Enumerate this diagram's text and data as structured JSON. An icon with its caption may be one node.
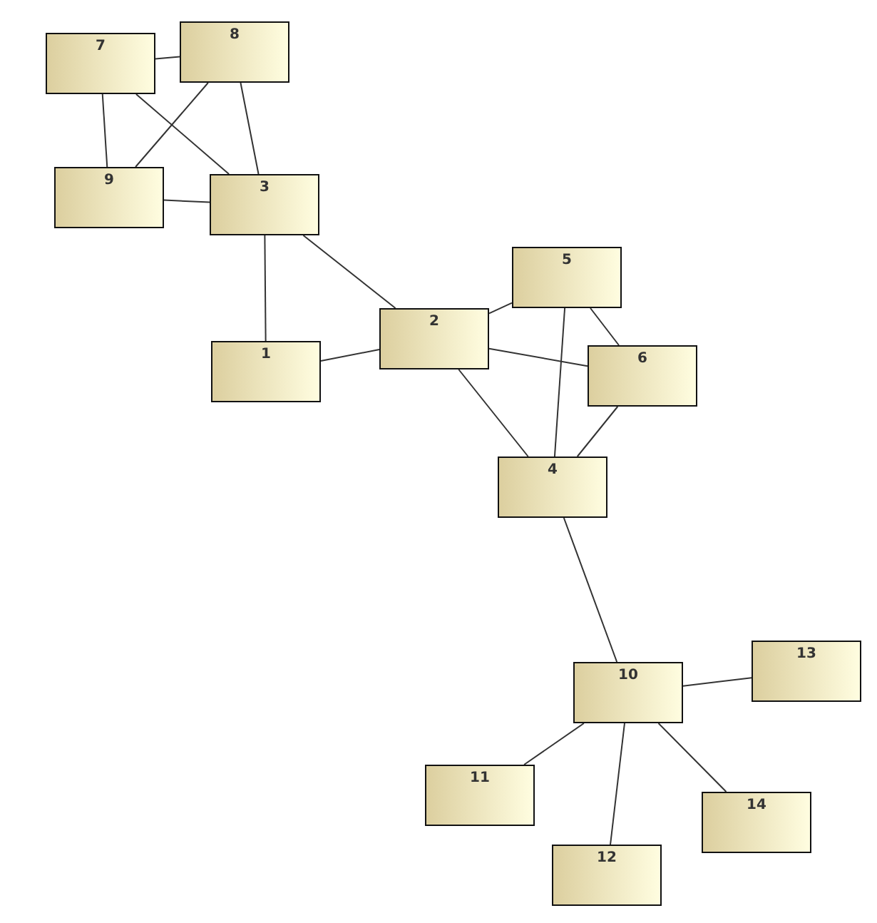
{
  "diagram": {
    "nodes": [
      {
        "text": [
          "1"
        ]
      },
      {
        "text": [
          "2"
        ]
      },
      {
        "text": [
          "3"
        ]
      },
      {
        "text": [
          "4"
        ]
      },
      {
        "text": [
          "5"
        ]
      },
      {
        "text": [
          "6"
        ]
      },
      {
        "text": [
          "7"
        ]
      },
      {
        "text": [
          "8"
        ]
      },
      {
        "text": [
          "9"
        ]
      },
      {
        "text": [
          "10"
        ]
      },
      {
        "text": [
          "11"
        ]
      },
      {
        "text": [
          "12"
        ]
      },
      {
        "text": [
          "13"
        ]
      },
      {
        "text": [
          "14"
        ]
      }
    ],
    "edges": [
      {
        "from": 6,
        "to": 7,
        "arrow": "none"
      },
      {
        "from": 6,
        "to": 8,
        "arrow": "none"
      },
      {
        "from": 6,
        "to": 2,
        "arrow": "none"
      },
      {
        "from": 7,
        "to": 8,
        "arrow": "none"
      },
      {
        "from": 7,
        "to": 2,
        "arrow": "none"
      },
      {
        "from": 8,
        "to": 2,
        "arrow": "none"
      },
      {
        "from": 2,
        "to": 0,
        "arrow": "none"
      },
      {
        "from": 2,
        "to": 1,
        "arrow": "none"
      },
      {
        "from": 0,
        "to": 1,
        "arrow": "none"
      },
      {
        "from": 1,
        "to": 4,
        "arrow": "none"
      },
      {
        "from": 1,
        "to": 5,
        "arrow": "none"
      },
      {
        "from": 1,
        "to": 3,
        "arrow": "none"
      },
      {
        "from": 4,
        "to": 3,
        "arrow": "none"
      },
      {
        "from": 4,
        "to": 5,
        "arrow": "none"
      },
      {
        "from": 5,
        "to": 3,
        "arrow": "none"
      },
      {
        "from": 3,
        "to": 9,
        "arrow": "none"
      },
      {
        "from": 9,
        "to": 12,
        "arrow": "none"
      },
      {
        "from": 9,
        "to": 10,
        "arrow": "none"
      },
      {
        "from": 9,
        "to": 11,
        "arrow": "none"
      },
      {
        "from": 9,
        "to": 13,
        "arrow": "none"
      }
    ]
  }
}
